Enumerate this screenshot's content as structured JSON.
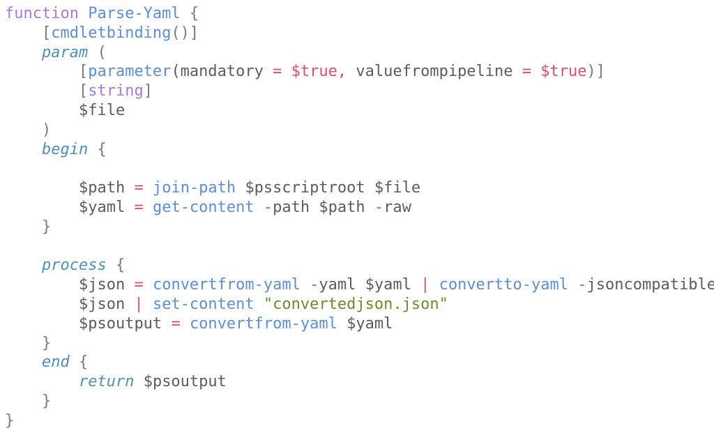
{
  "editor": {
    "colors": {
      "background": "#ffffff",
      "keyword": "#a77ad6",
      "function": "#5b8edb",
      "bracket": "#7a7a7a",
      "plain": "#5c5c5c",
      "italic_keyword": "#4f90b8",
      "operator": "#e04f6b",
      "boolean": "#e04f6b",
      "string": "#6e8a2a"
    },
    "lines": [
      {
        "tokens": [
          {
            "t": "function ",
            "c": "kw"
          },
          {
            "t": "Parse-Yaml",
            "c": "fn"
          },
          {
            "t": " {",
            "c": "br"
          }
        ]
      },
      {
        "tokens": [
          {
            "t": "    ",
            "c": "pl"
          },
          {
            "t": "[",
            "c": "br"
          },
          {
            "t": "cmdletbinding",
            "c": "fn"
          },
          {
            "t": "()]",
            "c": "br"
          }
        ]
      },
      {
        "tokens": [
          {
            "t": "    ",
            "c": "pl"
          },
          {
            "t": "param",
            "c": "it"
          },
          {
            "t": " (",
            "c": "br"
          }
        ]
      },
      {
        "tokens": [
          {
            "t": "        ",
            "c": "pl"
          },
          {
            "t": "[",
            "c": "br"
          },
          {
            "t": "parameter",
            "c": "fn"
          },
          {
            "t": "(mandatory ",
            "c": "pl"
          },
          {
            "t": "=",
            "c": "op"
          },
          {
            "t": " ",
            "c": "pl"
          },
          {
            "t": "$true",
            "c": "bool"
          },
          {
            "t": ",",
            "c": "op"
          },
          {
            "t": " valuefrompipeline ",
            "c": "pl"
          },
          {
            "t": "=",
            "c": "op"
          },
          {
            "t": " ",
            "c": "pl"
          },
          {
            "t": "$true",
            "c": "bool"
          },
          {
            "t": ")]",
            "c": "br"
          }
        ]
      },
      {
        "tokens": [
          {
            "t": "        ",
            "c": "pl"
          },
          {
            "t": "[",
            "c": "br"
          },
          {
            "t": "string",
            "c": "kw"
          },
          {
            "t": "]",
            "c": "br"
          }
        ]
      },
      {
        "tokens": [
          {
            "t": "        ",
            "c": "pl"
          },
          {
            "t": "$file",
            "c": "var"
          }
        ]
      },
      {
        "tokens": [
          {
            "t": "    ",
            "c": "pl"
          },
          {
            "t": ")",
            "c": "br"
          }
        ]
      },
      {
        "tokens": [
          {
            "t": "    ",
            "c": "pl"
          },
          {
            "t": "begin",
            "c": "it"
          },
          {
            "t": " {",
            "c": "br"
          }
        ]
      },
      {
        "tokens": []
      },
      {
        "tokens": [
          {
            "t": "        ",
            "c": "pl"
          },
          {
            "t": "$path",
            "c": "var"
          },
          {
            "t": " ",
            "c": "pl"
          },
          {
            "t": "=",
            "c": "op"
          },
          {
            "t": " ",
            "c": "pl"
          },
          {
            "t": "join-path",
            "c": "fn"
          },
          {
            "t": " $psscriptroot $file",
            "c": "var"
          }
        ]
      },
      {
        "tokens": [
          {
            "t": "        ",
            "c": "pl"
          },
          {
            "t": "$yaml",
            "c": "var"
          },
          {
            "t": " ",
            "c": "pl"
          },
          {
            "t": "=",
            "c": "op"
          },
          {
            "t": " ",
            "c": "pl"
          },
          {
            "t": "get-content",
            "c": "fn"
          },
          {
            "t": " ",
            "c": "pl"
          },
          {
            "t": "-",
            "c": "op"
          },
          {
            "t": "path $path ",
            "c": "pl"
          },
          {
            "t": "-",
            "c": "op"
          },
          {
            "t": "raw",
            "c": "pl"
          }
        ]
      },
      {
        "tokens": [
          {
            "t": "    ",
            "c": "pl"
          },
          {
            "t": "}",
            "c": "br"
          }
        ]
      },
      {
        "tokens": []
      },
      {
        "tokens": [
          {
            "t": "    ",
            "c": "pl"
          },
          {
            "t": "process",
            "c": "it"
          },
          {
            "t": " {",
            "c": "br"
          }
        ]
      },
      {
        "tokens": [
          {
            "t": "        ",
            "c": "pl"
          },
          {
            "t": "$json",
            "c": "var"
          },
          {
            "t": " ",
            "c": "pl"
          },
          {
            "t": "=",
            "c": "op"
          },
          {
            "t": " ",
            "c": "pl"
          },
          {
            "t": "convertfrom-yaml",
            "c": "fn"
          },
          {
            "t": " ",
            "c": "pl"
          },
          {
            "t": "-",
            "c": "op"
          },
          {
            "t": "yaml $yaml ",
            "c": "pl"
          },
          {
            "t": "|",
            "c": "op"
          },
          {
            "t": " ",
            "c": "pl"
          },
          {
            "t": "convertto-yaml",
            "c": "fn"
          },
          {
            "t": " ",
            "c": "pl"
          },
          {
            "t": "-",
            "c": "op"
          },
          {
            "t": "jsoncompatible",
            "c": "pl"
          }
        ]
      },
      {
        "tokens": [
          {
            "t": "        ",
            "c": "pl"
          },
          {
            "t": "$json",
            "c": "var"
          },
          {
            "t": " ",
            "c": "pl"
          },
          {
            "t": "|",
            "c": "op"
          },
          {
            "t": " ",
            "c": "pl"
          },
          {
            "t": "set-content",
            "c": "fn"
          },
          {
            "t": " ",
            "c": "pl"
          },
          {
            "t": "\"convertedjson.json\"",
            "c": "str"
          }
        ]
      },
      {
        "tokens": [
          {
            "t": "        ",
            "c": "pl"
          },
          {
            "t": "$psoutput",
            "c": "var"
          },
          {
            "t": " ",
            "c": "pl"
          },
          {
            "t": "=",
            "c": "op"
          },
          {
            "t": " ",
            "c": "pl"
          },
          {
            "t": "convertfrom-yaml",
            "c": "fn"
          },
          {
            "t": " $yaml",
            "c": "var"
          }
        ]
      },
      {
        "tokens": [
          {
            "t": "    ",
            "c": "pl"
          },
          {
            "t": "}",
            "c": "br"
          }
        ]
      },
      {
        "tokens": [
          {
            "t": "    ",
            "c": "pl"
          },
          {
            "t": "end",
            "c": "it"
          },
          {
            "t": " {",
            "c": "br"
          }
        ]
      },
      {
        "tokens": [
          {
            "t": "        ",
            "c": "pl"
          },
          {
            "t": "return",
            "c": "it"
          },
          {
            "t": " $psoutput",
            "c": "var"
          }
        ]
      },
      {
        "tokens": [
          {
            "t": "    ",
            "c": "pl"
          },
          {
            "t": "}",
            "c": "br"
          }
        ]
      },
      {
        "tokens": [
          {
            "t": "}",
            "c": "br"
          }
        ]
      }
    ]
  }
}
